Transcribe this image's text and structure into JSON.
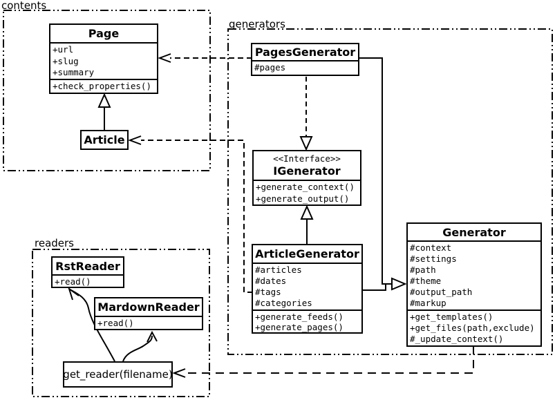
{
  "diagram": {
    "kind": "uml-class-diagram"
  },
  "colors": {
    "ink": "#000000",
    "background": "#ffffff"
  },
  "packages": {
    "contents": {
      "label": "contents"
    },
    "generators": {
      "label": "generators"
    },
    "readers": {
      "label": "readers"
    }
  },
  "classes": {
    "page": {
      "title": "Page",
      "attributes": [
        "+url",
        "+slug",
        "+summary"
      ],
      "methods": [
        "+check_properties()"
      ]
    },
    "article": {
      "title": "Article"
    },
    "pages_generator": {
      "title": "PagesGenerator",
      "attributes": [
        "#pages"
      ]
    },
    "igenerator": {
      "stereotype": "<<Interface>>",
      "title": "IGenerator",
      "methods": [
        "+generate_context()",
        "+generate_output()"
      ]
    },
    "article_generator": {
      "title": "ArticleGenerator",
      "attributes": [
        "#articles",
        "#dates",
        "#tags",
        "#categories"
      ],
      "methods": [
        "+generate_feeds()",
        "+generate_pages()"
      ]
    },
    "generator": {
      "title": "Generator",
      "attributes": [
        "#context",
        "#settings",
        "#path",
        "#theme",
        "#output_path",
        "#markup"
      ],
      "methods": [
        "+get_templates()",
        "+get_files(path,exclude)",
        "#_update_context()"
      ]
    },
    "rst_reader": {
      "title": "RstReader",
      "methods": [
        "+read()"
      ]
    },
    "mardown_reader": {
      "title": "MardownReader",
      "methods": [
        "+read()"
      ]
    },
    "get_reader": {
      "label": "get_reader(filename)"
    }
  },
  "relationships": [
    {
      "from": "Article",
      "to": "Page",
      "type": "generalization"
    },
    {
      "from": "PagesGenerator",
      "to": "Page",
      "type": "dependency"
    },
    {
      "from": "ArticleGenerator",
      "to": "Article",
      "type": "dependency"
    },
    {
      "from": "PagesGenerator",
      "to": "IGenerator",
      "type": "realization"
    },
    {
      "from": "ArticleGenerator",
      "to": "IGenerator",
      "type": "generalization"
    },
    {
      "from": "PagesGenerator",
      "to": "Generator",
      "type": "generalization"
    },
    {
      "from": "ArticleGenerator",
      "to": "Generator",
      "type": "generalization"
    },
    {
      "from": "Generator",
      "to": "get_reader(filename)",
      "type": "dependency"
    },
    {
      "from": "get_reader(filename)",
      "to": "RstReader",
      "type": "arrow"
    },
    {
      "from": "get_reader(filename)",
      "to": "MardownReader",
      "type": "arrow"
    }
  ]
}
